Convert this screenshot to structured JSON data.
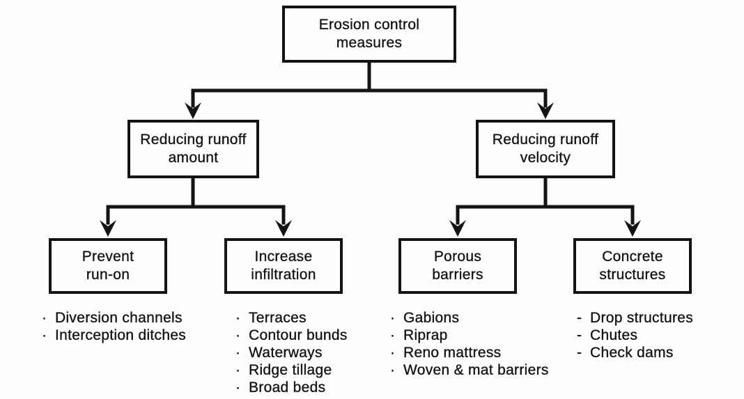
{
  "tree": {
    "root": {
      "lines": [
        "Erosion control",
        "measures"
      ]
    },
    "branches": [
      {
        "lines": [
          "Reducing runoff",
          "amount"
        ],
        "children": [
          {
            "lines": [
              "Prevent",
              "run-on"
            ],
            "bullet": "·",
            "items": [
              "Diversion channels",
              "Interception ditches"
            ]
          },
          {
            "lines": [
              "Increase",
              "infiltration"
            ],
            "bullet": "·",
            "items": [
              "Terraces",
              "Contour bunds",
              "Waterways",
              "Ridge tillage",
              "Broad beds"
            ]
          }
        ]
      },
      {
        "lines": [
          "Reducing runoff",
          "velocity"
        ],
        "children": [
          {
            "lines": [
              "Porous",
              "barriers"
            ],
            "bullet": "·",
            "items": [
              "Gabions",
              "Riprap",
              "Reno mattress",
              "Woven & mat barriers"
            ]
          },
          {
            "lines": [
              "Concrete",
              "structures"
            ],
            "bullet": "-",
            "items": [
              "Drop structures",
              "Chutes",
              "Check dams"
            ]
          }
        ]
      }
    ]
  },
  "colors": {
    "background": "#fdfdfd",
    "ink": "#141414",
    "box_fill": "#fefefe"
  }
}
